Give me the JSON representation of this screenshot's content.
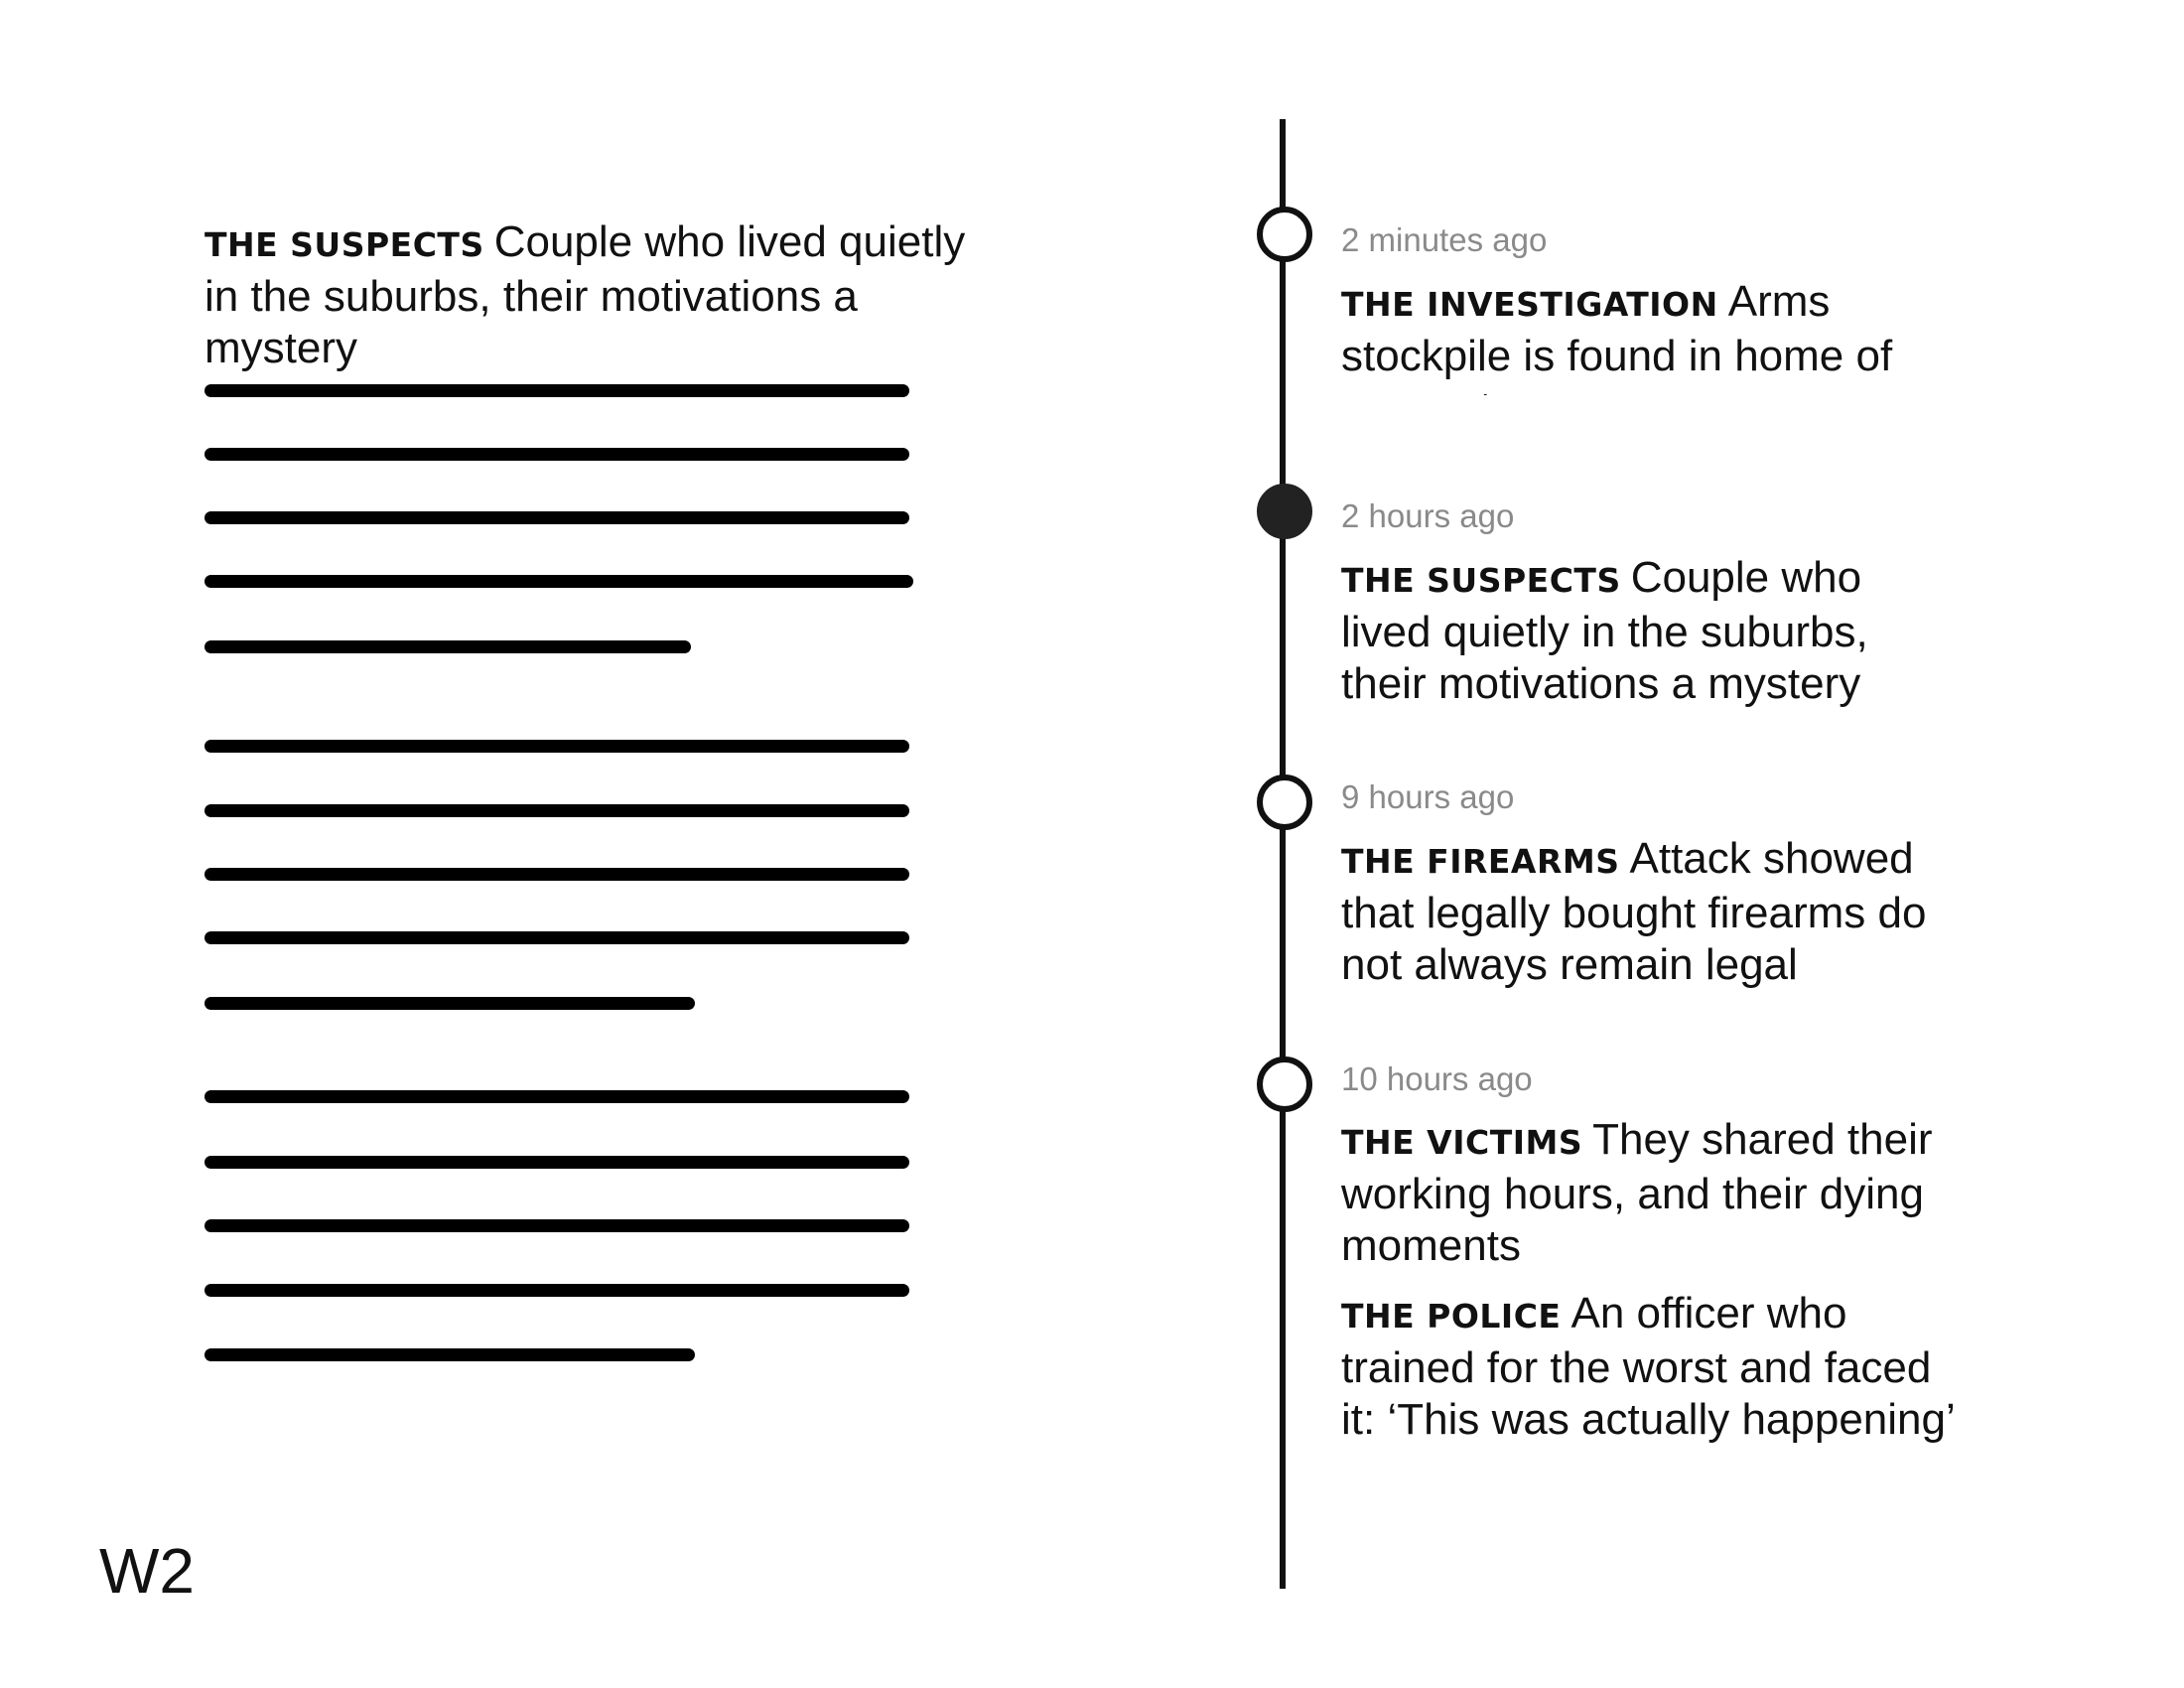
{
  "article": {
    "kicker": "THE SUSPECTS",
    "headline": "Couple who lived quietly in the suburbs, their motivations a mystery"
  },
  "timeline": [
    {
      "time": "2 minutes ago",
      "kicker": "THE INVESTIGATION",
      "headline": "Arms stockpile is found in home of suspect rampage"
    },
    {
      "time": "2 hours ago",
      "kicker": "THE SUSPECTS",
      "headline": "Couple who lived quietly in the suburbs, their motivations a mystery"
    },
    {
      "time": "9 hours ago",
      "kicker": "THE FIREARMS",
      "headline": "Attack showed that legally bought firearms do not always remain legal"
    },
    {
      "time": "10 hours ago",
      "kicker": "THE VICTIMS",
      "headline": "They shared their working hours, and their dying moments"
    },
    {
      "kicker": "THE POLICE",
      "headline": "An officer who trained for the worst and faced it: ‘This was actually happening’"
    }
  ],
  "page_label": "W2"
}
